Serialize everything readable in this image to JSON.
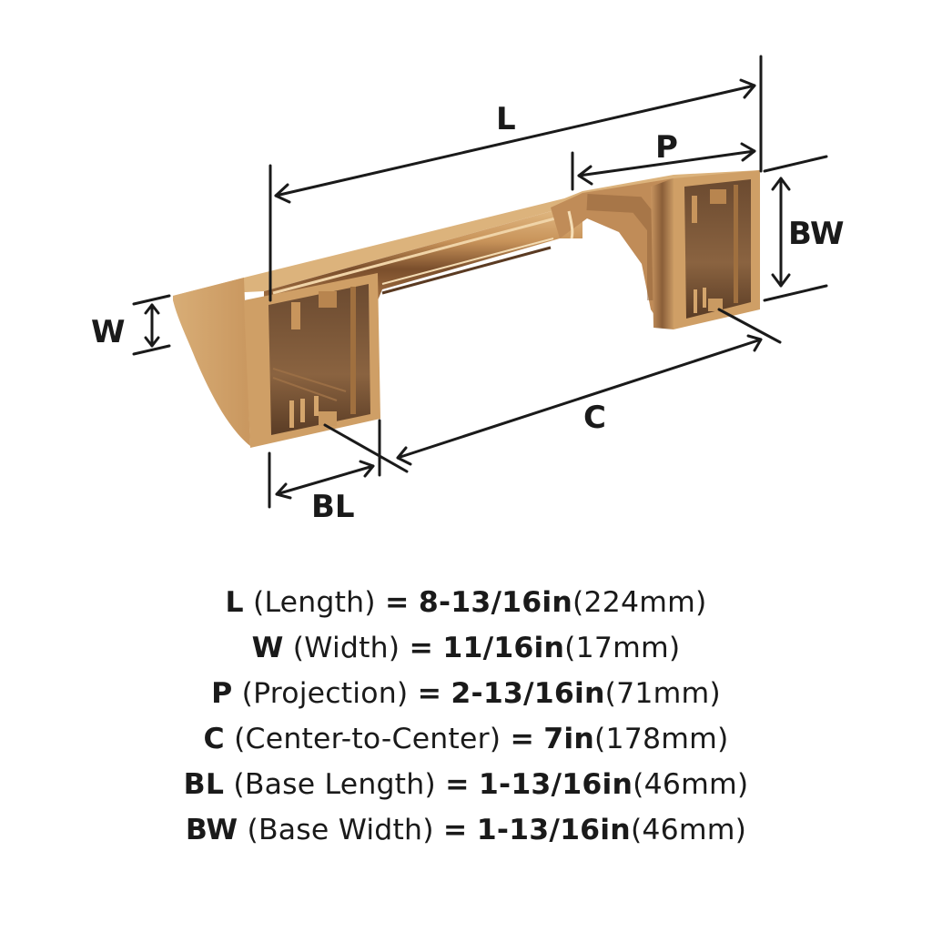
{
  "diagram": {
    "product": "toilet-paper-holder",
    "finish_colors": {
      "light": "#d9b07a",
      "mid": "#c08c55",
      "dark": "#7a5332",
      "shadow": "#4a3020",
      "highlight": "#ecd0a4"
    },
    "line_color": "#1a1a1a",
    "labels": {
      "L": "L",
      "P": "P",
      "W": "W",
      "BW": "BW",
      "C": "C",
      "BL": "BL"
    }
  },
  "specs": [
    {
      "code": "L",
      "name": "(Length)",
      "eq": "=",
      "inch": "8-13/16in",
      "mm": "(224mm)"
    },
    {
      "code": "W",
      "name": "(Width)",
      "eq": "=",
      "inch": "11/16in",
      "mm": "(17mm)"
    },
    {
      "code": "P",
      "name": "(Projection)",
      "eq": "=",
      "inch": "2-13/16in",
      "mm": "(71mm)"
    },
    {
      "code": "C",
      "name": "(Center-to-Center)",
      "eq": "=",
      "inch": "7in",
      "mm": "(178mm)"
    },
    {
      "code": "BL",
      "name": "(Base Length)",
      "eq": "=",
      "inch": "1-13/16in",
      "mm": "(46mm)"
    },
    {
      "code": "BW",
      "name": "(Base Width)",
      "eq": "=",
      "inch": "1-13/16in",
      "mm": "(46mm)"
    }
  ]
}
